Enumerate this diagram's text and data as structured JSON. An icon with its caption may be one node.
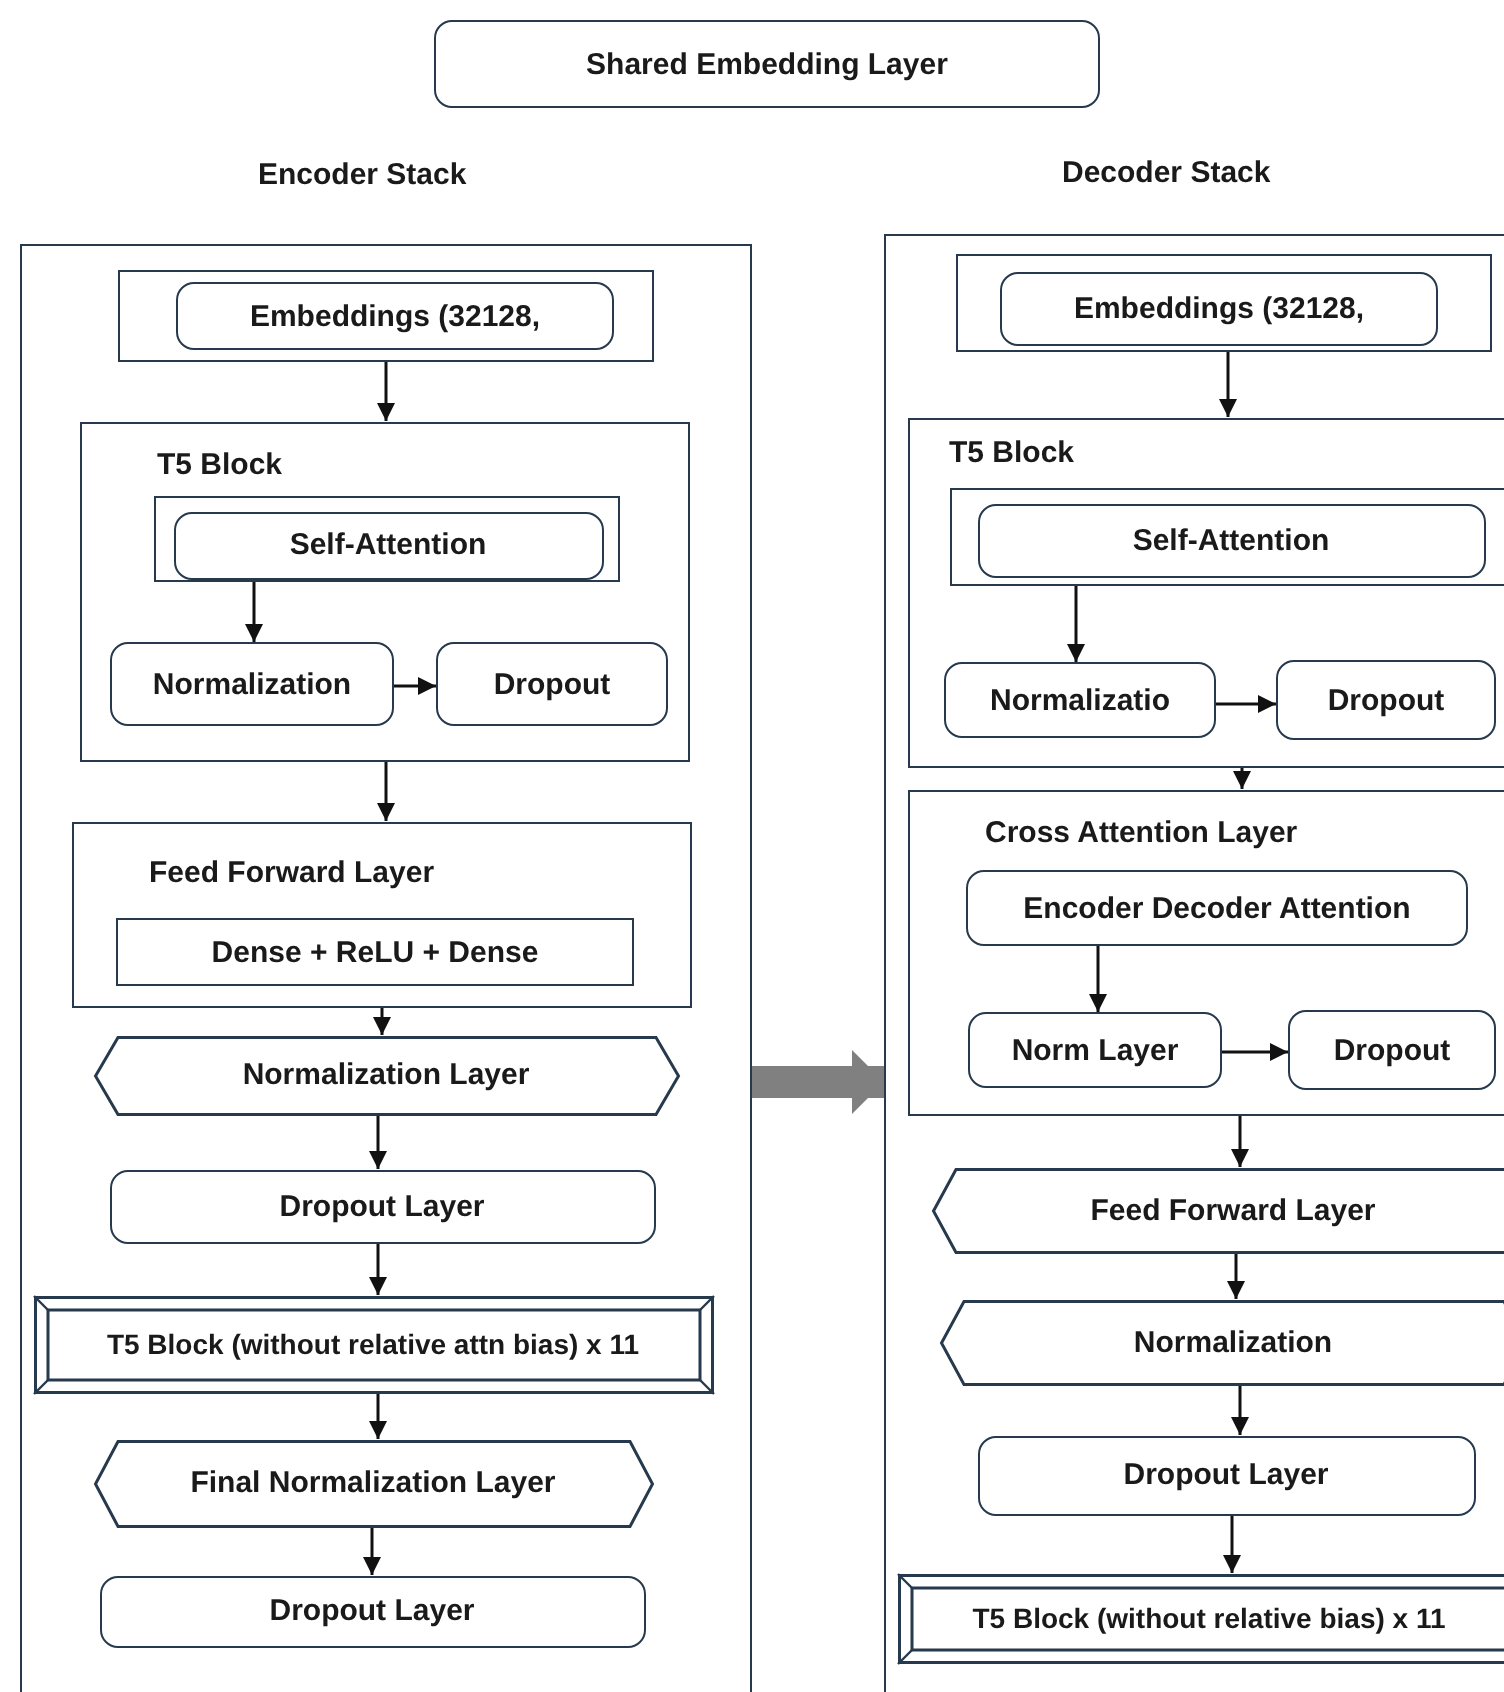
{
  "diagram": {
    "nodes": [
      {
        "text": [
          "Shared Embedding Layer"
        ]
      },
      {
        "text": [
          "Encoder Stack"
        ]
      },
      {
        "text": [],
        "shape": "box",
        "in": 1
      },
      {
        "text": [
          "Embeddings (32128,"
        ],
        "in": 2
      },
      {
        "text": [
          "T5 Block"
        ],
        "in": 1
      },
      {
        "text": [],
        "shape": "box",
        "in": 4
      },
      {
        "text": [
          "Self-Attention"
        ],
        "in": 5
      },
      {
        "text": [
          "Normalization"
        ],
        "in": 4
      },
      {
        "text": [
          "Dropout"
        ],
        "in": 4
      },
      {
        "text": [
          "Feed Forward Layer"
        ],
        "in": 1
      },
      {
        "text": [
          "Dense + ReLU + Dense"
        ],
        "in": 9
      },
      {
        "text": [
          "Normalization Layer"
        ],
        "in": 1
      },
      {
        "text": [
          "Dropout Layer"
        ],
        "in": 1
      },
      {
        "text": [
          "T5 Block (without relative attn bias) x 11"
        ],
        "in": 1
      },
      {
        "text": [
          "Final Normalization Layer"
        ],
        "in": 1
      },
      {
        "text": [
          "Dropout Layer"
        ],
        "in": 1
      },
      {
        "text": [
          "Decoder Stack"
        ]
      },
      {
        "text": [],
        "shape": "box",
        "in": 16
      },
      {
        "text": [
          "Embeddings (32128,"
        ],
        "in": 17
      },
      {
        "text": [
          "T5 Block"
        ],
        "in": 16
      },
      {
        "text": [],
        "shape": "box",
        "in": 19
      },
      {
        "text": [
          "Self-Attention"
        ],
        "in": 20
      },
      {
        "text": [
          "Normalizatio"
        ],
        "in": 19
      },
      {
        "text": [
          "Dropout"
        ],
        "in": 19
      },
      {
        "text": [
          "Cross Attention Layer"
        ],
        "in": 16
      },
      {
        "text": [
          "Encoder Decoder Attention"
        ],
        "in": 24
      },
      {
        "text": [
          "Norm Layer"
        ],
        "in": 24
      },
      {
        "text": [
          "Dropout"
        ],
        "in": 24
      },
      {
        "text": [
          "Feed Forward Layer"
        ],
        "in": 16
      },
      {
        "text": [
          "Normalization"
        ],
        "in": 16
      },
      {
        "text": [
          "Dropout Layer"
        ],
        "in": 16
      },
      {
        "text": [
          "T5 Block (without relative bias) x 11"
        ],
        "in": 16
      }
    ],
    "edges": [
      {
        "from": 2,
        "to": 4,
        "arrow": "to"
      },
      {
        "from": 5,
        "to": 7,
        "arrow": "to"
      },
      {
        "from": 7,
        "to": 8,
        "arrow": "to"
      },
      {
        "from": 4,
        "to": 9,
        "arrow": "to"
      },
      {
        "from": 9,
        "to": 11,
        "arrow": "to"
      },
      {
        "from": 11,
        "to": 12,
        "arrow": "to"
      },
      {
        "from": 12,
        "to": 13,
        "arrow": "to"
      },
      {
        "from": 13,
        "to": 14,
        "arrow": "to"
      },
      {
        "from": 14,
        "to": 15,
        "arrow": "to"
      },
      {
        "from": 17,
        "to": 19,
        "arrow": "to"
      },
      {
        "from": 20,
        "to": 22,
        "arrow": "to"
      },
      {
        "from": 22,
        "to": 23,
        "arrow": "to"
      },
      {
        "from": 19,
        "to": 24,
        "arrow": "to"
      },
      {
        "from": 25,
        "to": 26,
        "arrow": "to"
      },
      {
        "from": 26,
        "to": 27,
        "arrow": "to"
      },
      {
        "from": 24,
        "to": 28,
        "arrow": "to"
      },
      {
        "from": 28,
        "to": 29,
        "arrow": "to"
      },
      {
        "from": 29,
        "to": 30,
        "arrow": "to"
      },
      {
        "from": 30,
        "to": 31,
        "arrow": "to"
      },
      {
        "from": 1,
        "to": 16,
        "arrow": "to",
        "style": "thick",
        "color": "#808080"
      }
    ]
  }
}
